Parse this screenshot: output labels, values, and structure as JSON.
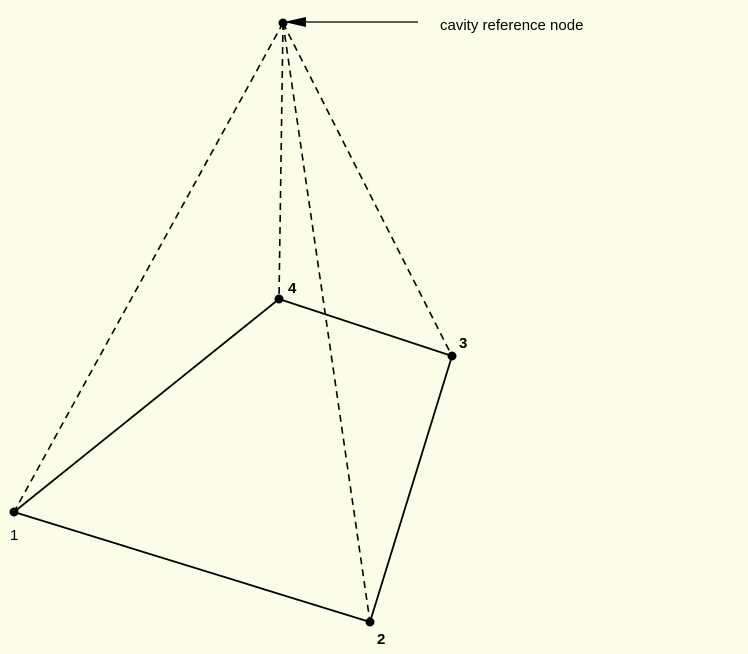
{
  "annotation": {
    "text": "cavity reference node"
  },
  "nodes": [
    {
      "id": "1",
      "label": "1"
    },
    {
      "id": "2",
      "label": "2"
    },
    {
      "id": "3",
      "label": "3"
    },
    {
      "id": "4",
      "label": "4"
    },
    {
      "id": "ref",
      "label": ""
    }
  ],
  "colors": {
    "background": "#fcfde8",
    "line": "#000000"
  }
}
